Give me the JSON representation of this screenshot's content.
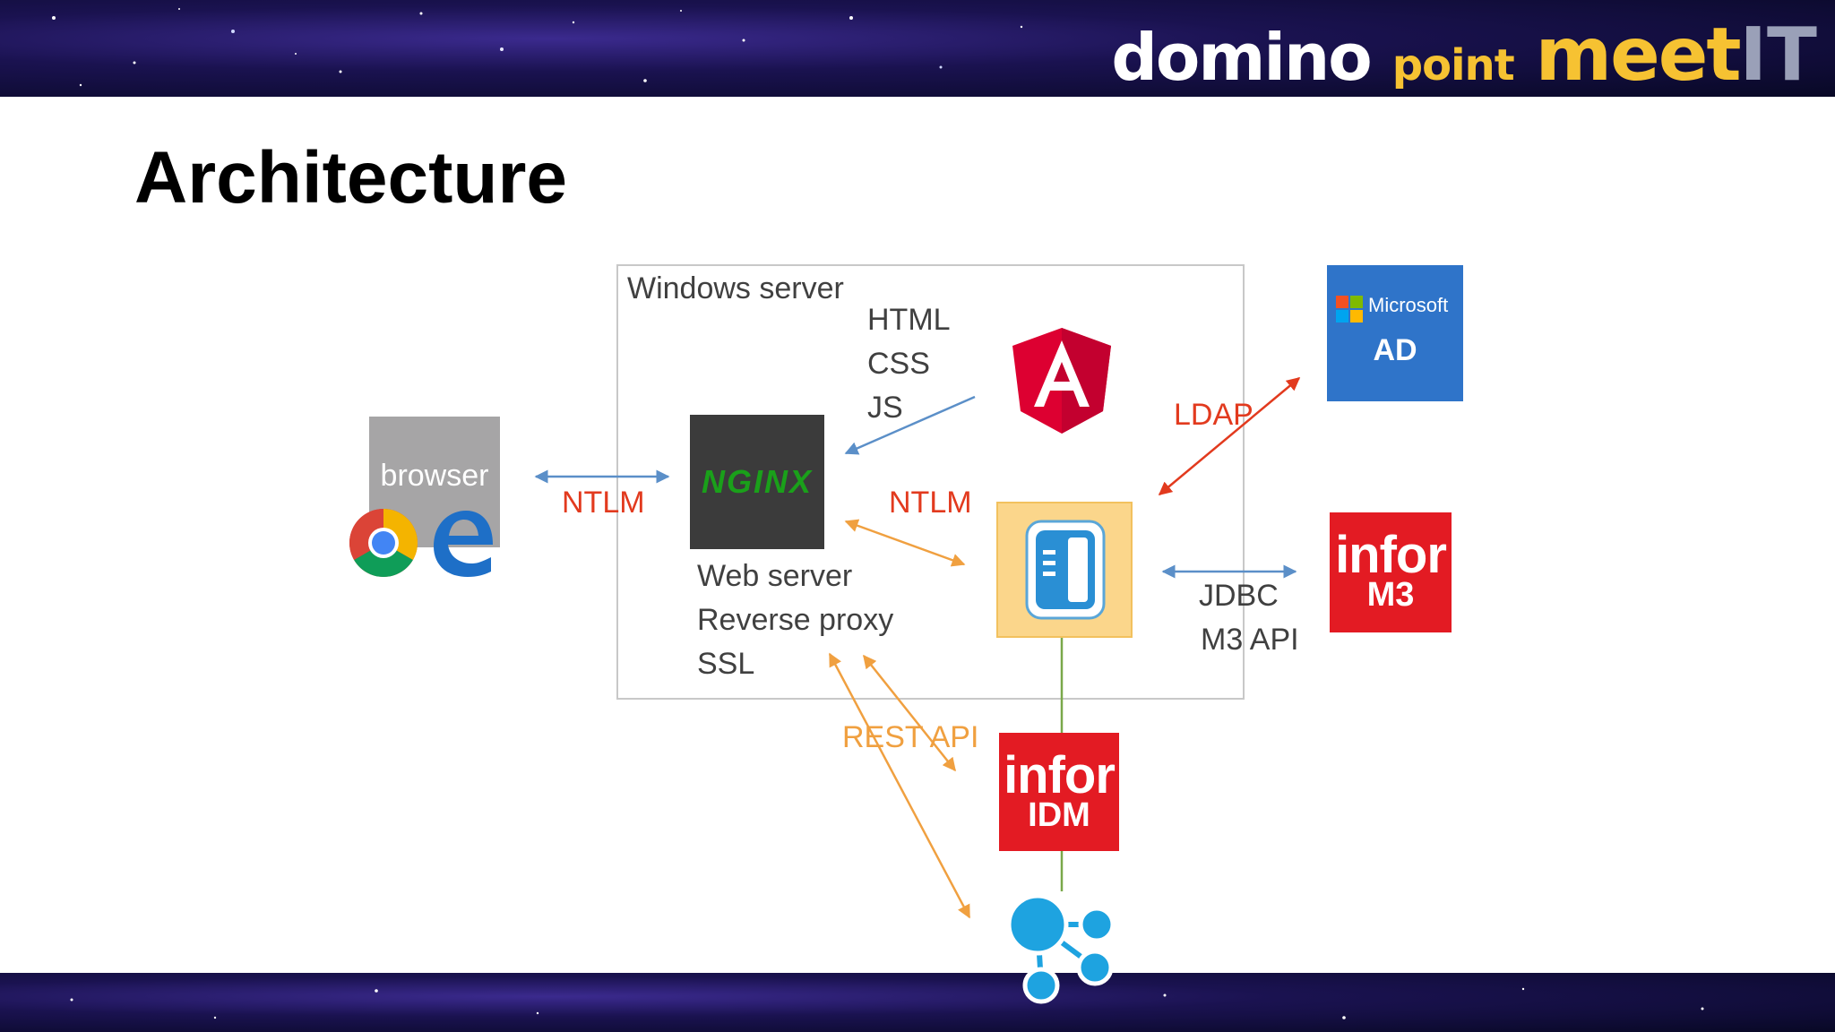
{
  "brand": {
    "domino": "domino",
    "point": "point",
    "meet": "meet",
    "it": "IT"
  },
  "slide": {
    "title": "Architecture"
  },
  "diagram": {
    "windows_server": "Windows server",
    "frontend_labels": [
      "HTML",
      "CSS",
      "JS"
    ],
    "browser": "browser",
    "nginx": "NGINX",
    "web_server_labels": [
      "Web server",
      "Reverse proxy",
      "SSL"
    ],
    "ntlm_left": "NTLM",
    "ntlm_right": "NTLM",
    "ldap": "LDAP",
    "jdbc_labels": [
      "JDBC",
      "M3 API"
    ],
    "rest_api": "REST API",
    "microsoft": "Microsoft",
    "ad": "AD",
    "infor_m3_main": "infor",
    "infor_m3_sub": "M3",
    "infor_idm_main": "infor",
    "infor_idm_sub": "IDM"
  },
  "colors": {
    "ntlm_red": "#e23a1e",
    "ldap_red": "#e23a1e",
    "arrow_blue": "#5b8fc8",
    "arrow_orange": "#f0a040",
    "line_green": "#7aa84a",
    "angular_red": "#dd0031",
    "infor_red": "#e31b23",
    "ms_blue": "#2f74c9"
  },
  "icons": [
    "angular-icon",
    "chrome-icon",
    "edge-icon",
    "app-server-icon",
    "microsoft-logo-icon",
    "ion-api-icon"
  ]
}
